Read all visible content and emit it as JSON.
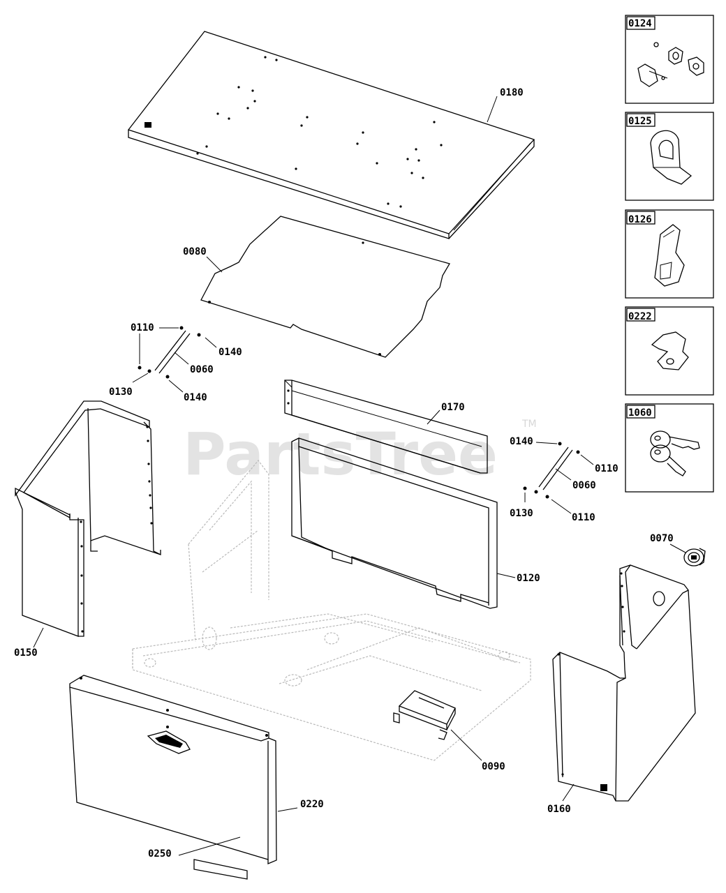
{
  "watermark": {
    "text": "PartsTree",
    "tm": "TM"
  },
  "labels": {
    "p0180": "0180",
    "p0080": "0080",
    "p0110a": "0110",
    "p0140a": "0140",
    "p0060a": "0060",
    "p0130a": "0130",
    "p0140b": "0140",
    "p0170": "0170",
    "p0140c": "0140",
    "p0110b": "0110",
    "p0060b": "0060",
    "p0130b": "0130",
    "p0110c": "0110",
    "p0070": "0070",
    "p0120": "0120",
    "p0150": "0150",
    "p0090": "0090",
    "p0220": "0220",
    "p0250": "0250",
    "p0160": "0160"
  },
  "reference_boxes": [
    {
      "id": "0124"
    },
    {
      "id": "0125"
    },
    {
      "id": "0126"
    },
    {
      "id": "0222"
    },
    {
      "id": "1060"
    }
  ],
  "colors": {
    "line": "#000000",
    "ghost": "#b9b9b9",
    "watermark": "#e3e3e3"
  }
}
